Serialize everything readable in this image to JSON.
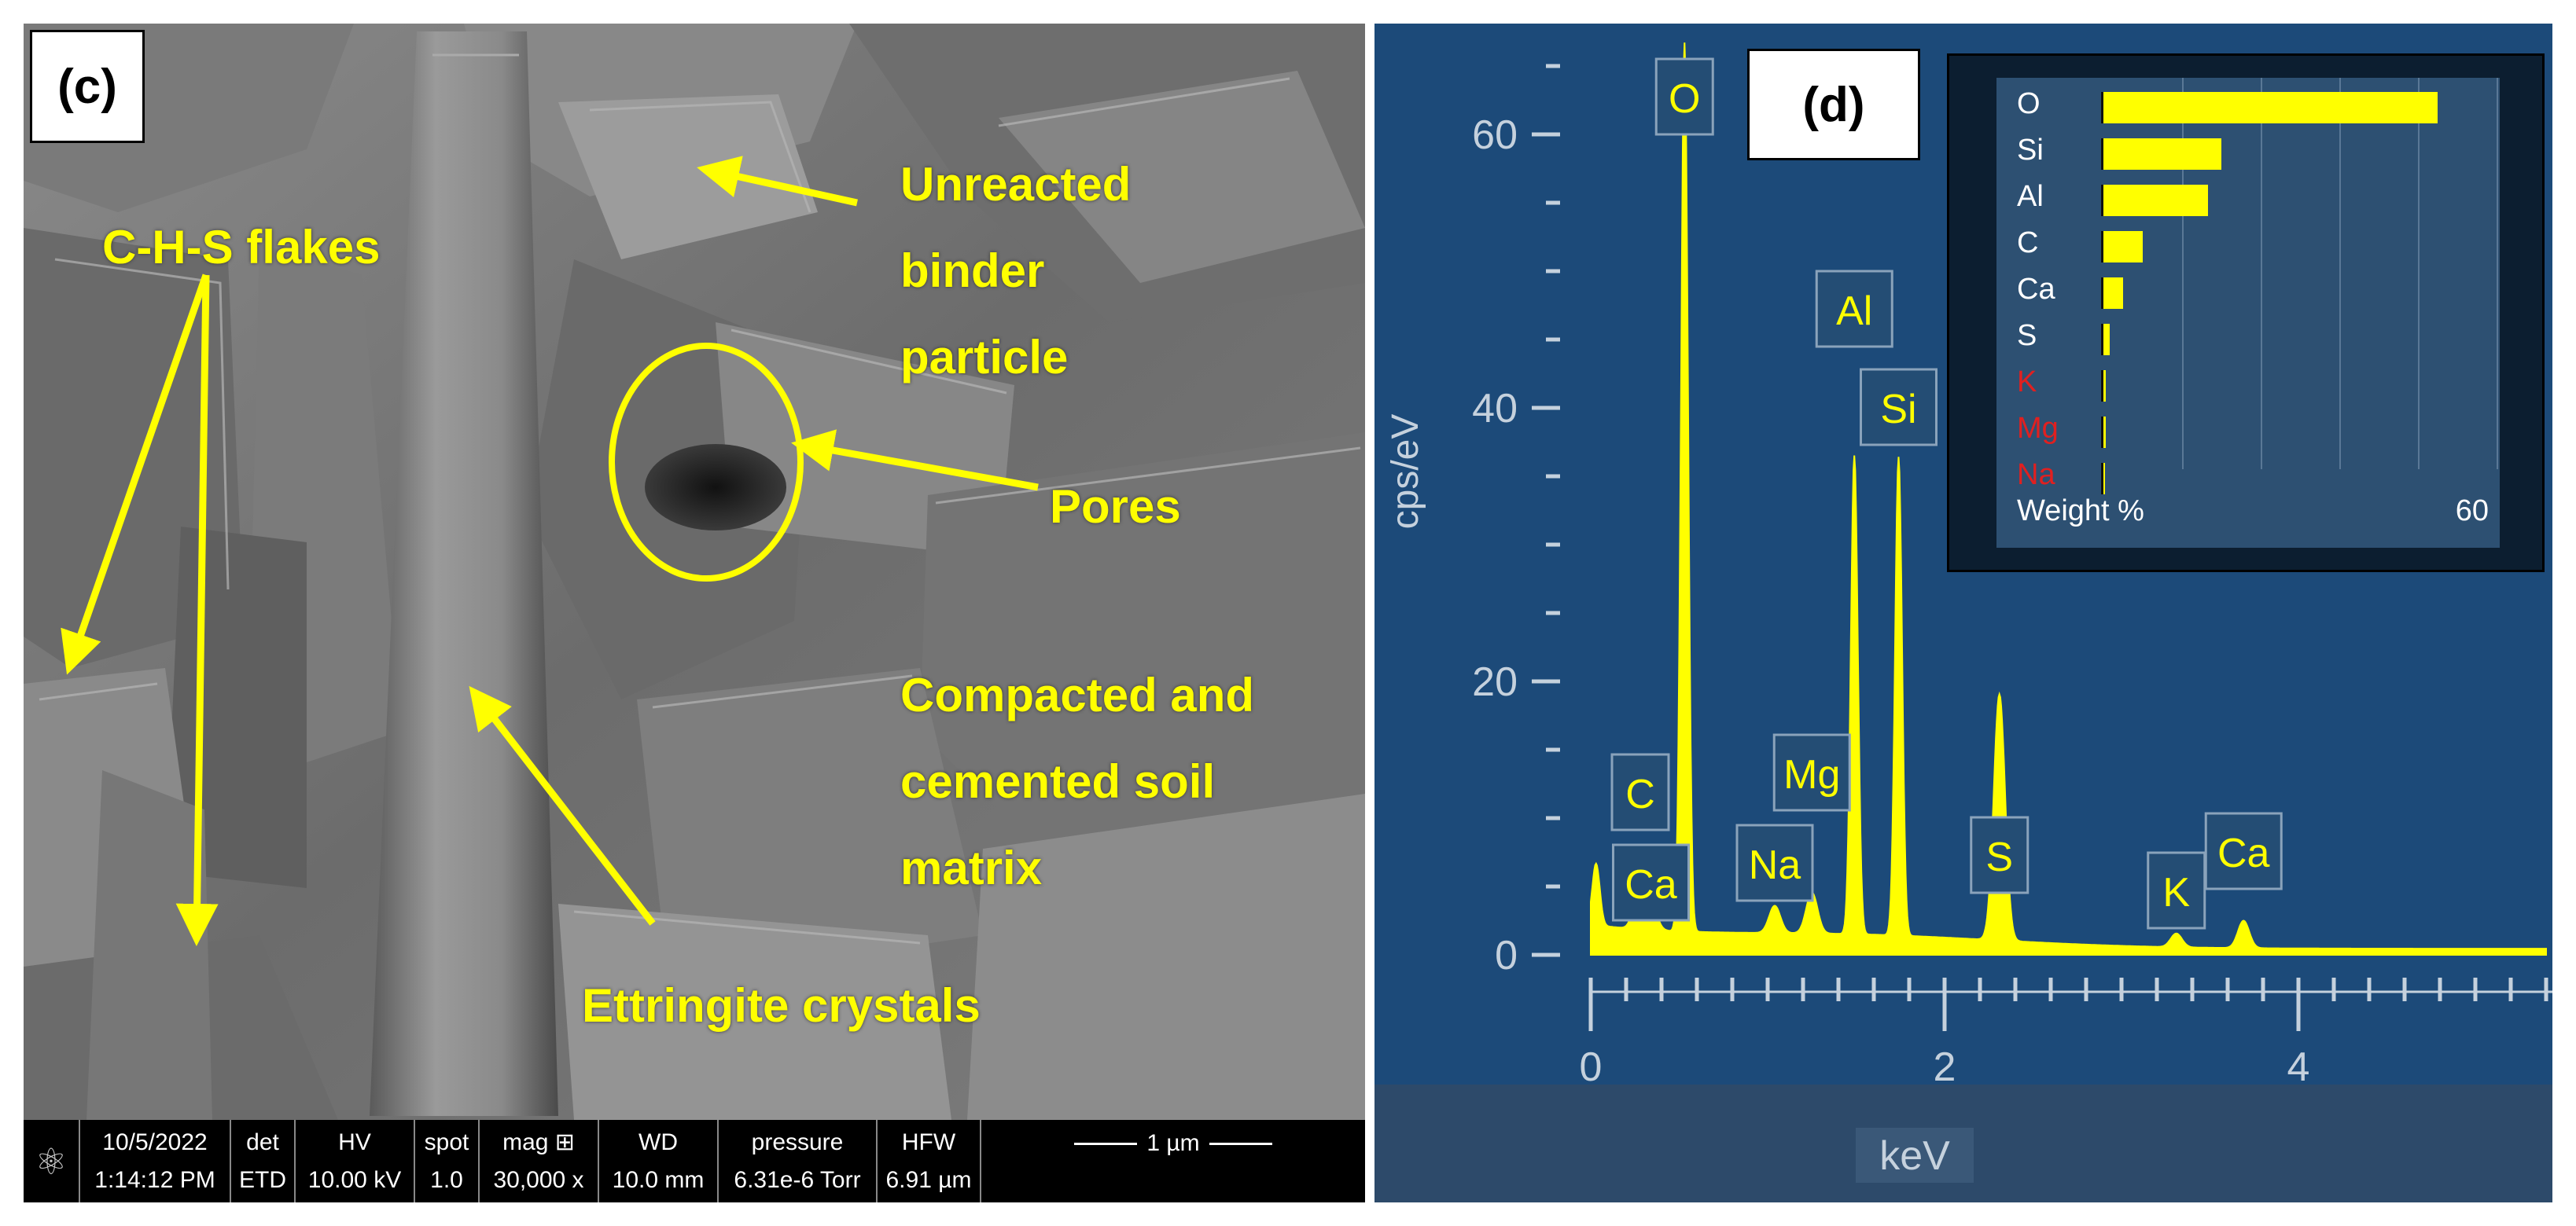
{
  "panel_c": {
    "label": "(c)",
    "annotations": {
      "csh": "C-H-S flakes",
      "unreacted": [
        "Unreacted",
        "binder",
        "particle"
      ],
      "pores": "Pores",
      "matrix": [
        "Compacted and",
        "cemented soil",
        "matrix"
      ],
      "ettringite": "Ettringite crystals"
    },
    "info_bar": {
      "date": "10/5/2022",
      "time": "1:14:12 PM",
      "det_label": "det",
      "det_value": "ETD",
      "hv_label": "HV",
      "hv_value": "10.00 kV",
      "spot_label": "spot",
      "spot_value": "1.0",
      "mag_label": "mag ⊞",
      "mag_value": "30,000 x",
      "wd_label": "WD",
      "wd_value": "10.0 mm",
      "pressure_label": "pressure",
      "pressure_value": "6.31e-6 Torr",
      "hfw_label": "HFW",
      "hfw_value": "6.91 µm",
      "scale_label": "1 µm"
    },
    "colors": {
      "annotation": "#ffff00"
    }
  },
  "panel_d": {
    "label": "(d)",
    "chart_data": [
      {
        "type": "line",
        "xlabel": "keV",
        "ylabel": "cps/eV",
        "xlim": [
          0,
          5.4
        ],
        "ylim": [
          0,
          67
        ],
        "x_ticks": [
          "0",
          "2",
          "4"
        ],
        "y_ticks": [
          "0",
          "20",
          "40",
          "60"
        ],
        "peaks": [
          {
            "element": "C",
            "x": 0.28,
            "y": 4
          },
          {
            "element": "O",
            "x": 0.53,
            "y": 65
          },
          {
            "element": "Ca",
            "x": 0.34,
            "y": 2
          },
          {
            "element": "Na",
            "x": 1.04,
            "y": 2
          },
          {
            "element": "Mg",
            "x": 1.25,
            "y": 3
          },
          {
            "element": "Al",
            "x": 1.49,
            "y": 35
          },
          {
            "element": "Si",
            "x": 1.74,
            "y": 35
          },
          {
            "element": "S",
            "x": 2.31,
            "y": 18
          },
          {
            "element": "K",
            "x": 3.31,
            "y": 1
          },
          {
            "element": "Ca",
            "x": 3.69,
            "y": 2
          }
        ],
        "colors": {
          "spectrum": "#ffff00",
          "background": "#1c4a79"
        }
      },
      {
        "type": "bar",
        "xlabel": "Weight %",
        "xmax_label": "60",
        "xlim": [
          0,
          60
        ],
        "categories": [
          "O",
          "Si",
          "Al",
          "C",
          "Ca",
          "S",
          "K",
          "Mg",
          "Na"
        ],
        "values": [
          51,
          18,
          16,
          6,
          3,
          1,
          0.4,
          0.3,
          0.2
        ],
        "category_colors": [
          "#ffffff",
          "#ffffff",
          "#ffffff",
          "#ffffff",
          "#ffffff",
          "#ffffff",
          "#e02020",
          "#e02020",
          "#e02020"
        ]
      }
    ]
  }
}
